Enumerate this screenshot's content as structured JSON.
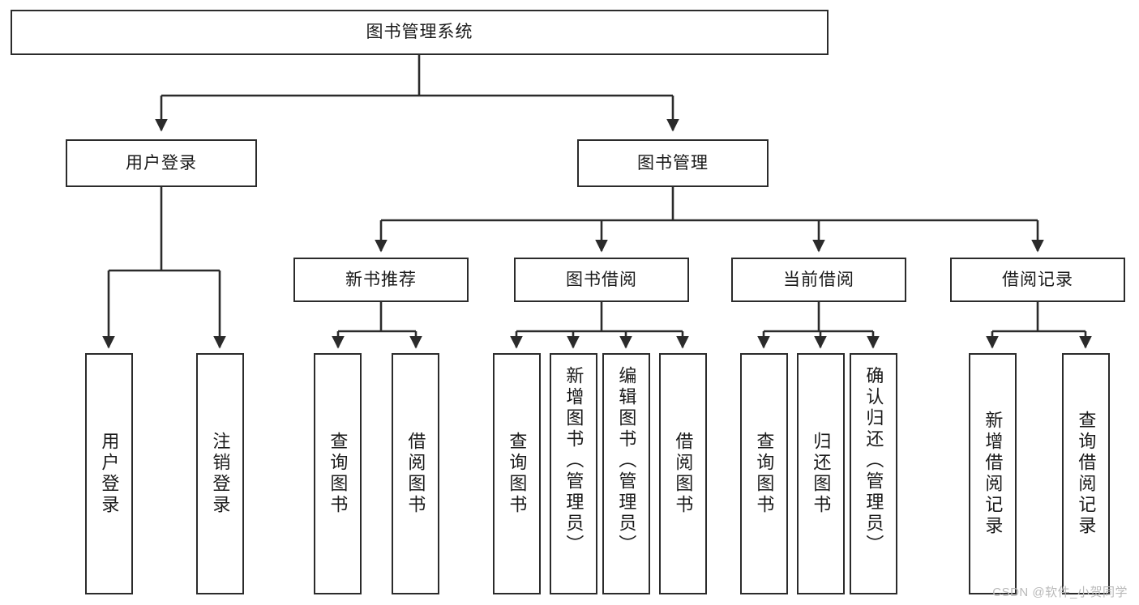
{
  "diagram": {
    "type": "tree-hierarchy",
    "title": "图书管理系统",
    "root": {
      "id": "root",
      "label": "图书管理系统",
      "orientation": "horizontal"
    },
    "level2": [
      {
        "id": "user-login",
        "label": "用户登录",
        "orientation": "horizontal"
      },
      {
        "id": "book-manage",
        "label": "图书管理",
        "orientation": "horizontal"
      }
    ],
    "level3": [
      {
        "id": "new-book-recommend",
        "label": "新书推荐",
        "orientation": "horizontal",
        "parent": "book-manage"
      },
      {
        "id": "book-borrow",
        "label": "图书借阅",
        "orientation": "horizontal",
        "parent": "book-manage"
      },
      {
        "id": "current-borrow",
        "label": "当前借阅",
        "orientation": "horizontal",
        "parent": "book-manage"
      },
      {
        "id": "borrow-record",
        "label": "借阅记录",
        "orientation": "horizontal",
        "parent": "book-manage"
      }
    ],
    "leaves": [
      {
        "id": "leaf-user-login",
        "label": "用户登录",
        "parent": "user-login",
        "orientation": "vertical"
      },
      {
        "id": "leaf-logout-login",
        "label": "注销登录",
        "parent": "user-login",
        "orientation": "vertical"
      },
      {
        "id": "leaf-query-book-1",
        "label": "查询图书",
        "parent": "new-book-recommend",
        "orientation": "vertical"
      },
      {
        "id": "leaf-borrow-book-1",
        "label": "借阅图书",
        "parent": "new-book-recommend",
        "orientation": "vertical"
      },
      {
        "id": "leaf-query-book-2",
        "label": "查询图书",
        "parent": "book-borrow",
        "orientation": "vertical"
      },
      {
        "id": "leaf-add-book",
        "label": "新增图书（管理员）",
        "parent": "book-borrow",
        "orientation": "vertical"
      },
      {
        "id": "leaf-edit-book",
        "label": "编辑图书（管理员）",
        "parent": "book-borrow",
        "orientation": "vertical"
      },
      {
        "id": "leaf-borrow-book-2",
        "label": "借阅图书",
        "parent": "book-borrow",
        "orientation": "vertical"
      },
      {
        "id": "leaf-query-book-3",
        "label": "查询图书",
        "parent": "current-borrow",
        "orientation": "vertical"
      },
      {
        "id": "leaf-return-book",
        "label": "归还图书",
        "parent": "current-borrow",
        "orientation": "vertical"
      },
      {
        "id": "leaf-confirm-return",
        "label": "确认归还（管理员）",
        "parent": "current-borrow",
        "orientation": "vertical"
      },
      {
        "id": "leaf-add-record",
        "label": "新增借阅记录",
        "parent": "borrow-record",
        "orientation": "vertical"
      },
      {
        "id": "leaf-query-record",
        "label": "查询借阅记录",
        "parent": "borrow-record",
        "orientation": "vertical"
      }
    ],
    "colors": {
      "node_border": "#2b2b2b",
      "node_fill": "#ffffff",
      "link": "#2b2b2b",
      "text": "#1a1a1a",
      "watermark": "#b9b9b9",
      "background": "#ffffff"
    }
  },
  "watermark": {
    "text": "CSDN @软件_小贺同学"
  }
}
